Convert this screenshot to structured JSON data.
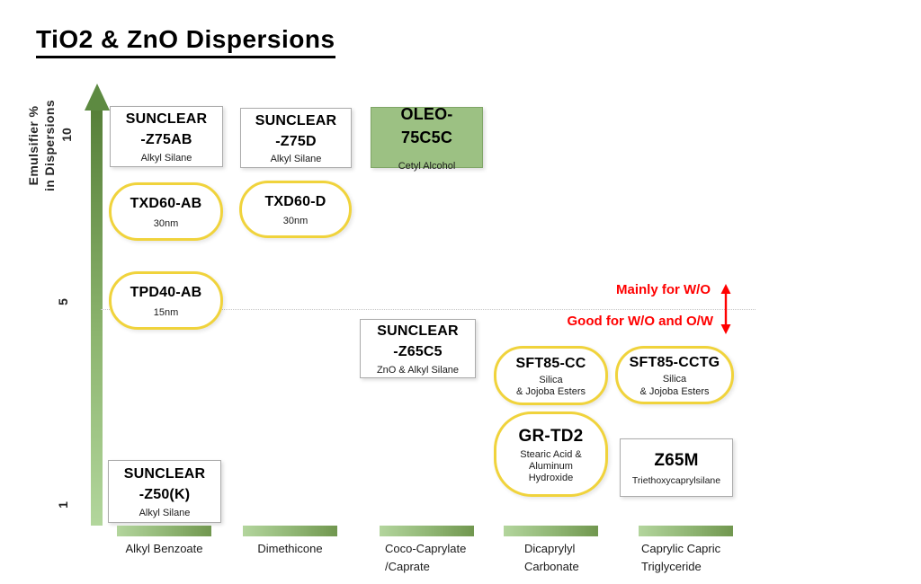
{
  "title": "TiO2 & ZnO Dispersions",
  "y_axis": {
    "label": "Emulsifier %\nin Dispersions",
    "ticks": {
      "t10": "10",
      "t5": "5",
      "t1": "1"
    }
  },
  "x_axis": {
    "categories": [
      "Alkyl Benzoate",
      "Dimethicone",
      "Coco-Caprylate\n/Caprate",
      "Dicaprylyl\nCarbonate",
      "Caprylic Capric\nTriglyceride"
    ]
  },
  "annotations": {
    "above_line": "Mainly for W/O",
    "below_line": "Good for W/O and O/W"
  },
  "products": [
    {
      "name": "SUNCLEAR\n-Z75AB",
      "sub": "Alkyl Silane",
      "style": "white-rect"
    },
    {
      "name": "SUNCLEAR\n-Z75D",
      "sub": "Alkyl Silane",
      "style": "white-rect"
    },
    {
      "name": "OLEO-75C5C",
      "sub": "Cetyl Alcohol",
      "style": "green-rect"
    },
    {
      "name": "TXD60-AB",
      "sub": "30nm",
      "style": "yellow-rounded"
    },
    {
      "name": "TXD60-D",
      "sub": "30nm",
      "style": "yellow-rounded"
    },
    {
      "name": "TPD40-AB",
      "sub": "15nm",
      "style": "yellow-rounded"
    },
    {
      "name": "SUNCLEAR\n-Z65C5",
      "sub": "ZnO & Alkyl Silane",
      "style": "white-rect"
    },
    {
      "name": "SFT85-CC",
      "sub": "Silica\n& Jojoba Esters",
      "style": "yellow-rounded"
    },
    {
      "name": "SFT85-CCTG",
      "sub": "Silica\n& Jojoba Esters",
      "style": "yellow-rounded"
    },
    {
      "name": "GR-TD2",
      "sub": "Stearic Acid &\nAluminum\nHydroxide",
      "style": "yellow-rounded"
    },
    {
      "name": "Z65M",
      "sub": "Triethoxycaprylsilane",
      "style": "white-rect"
    },
    {
      "name": "SUNCLEAR\n-Z50(K)",
      "sub": "Alkyl Silane",
      "style": "white-rect"
    }
  ],
  "colors": {
    "arrow_green_dark": "#567F38",
    "arrow_green_light": "#B2D69C",
    "green_box_fill": "#9CC183",
    "yellow_border": "#F0D33C",
    "annotation_red": "#FF0000",
    "gray_box_border": "#ABABAB"
  },
  "chart_data": {
    "type": "scatter",
    "title": "TiO2 & ZnO Dispersions",
    "ylabel": "Emulsifier % in Dispersions",
    "y_ticks": [
      1,
      5,
      10
    ],
    "ylim": [
      0.5,
      11
    ],
    "grid": "single dotted horizontal reference line at y=5",
    "categories": [
      "Alkyl Benzoate",
      "Dimethicone",
      "Coco-Caprylate/Caprate",
      "Dicaprylyl Carbonate",
      "Caprylic Capric Triglyceride"
    ],
    "legend_position": "none",
    "annotations": [
      {
        "text": "Mainly for W/O",
        "applies_to": "region above y=5",
        "color": "#FF0000"
      },
      {
        "text": "Good for W/O and O/W",
        "applies_to": "region below y=5",
        "color": "#FF0000"
      }
    ],
    "points": [
      {
        "product": "SUNCLEAR-Z75AB",
        "detail": "Alkyl Silane",
        "x": "Alkyl Benzoate",
        "y": 10,
        "marker": "white-rect"
      },
      {
        "product": "SUNCLEAR-Z75D",
        "detail": "Alkyl Silane",
        "x": "Dimethicone",
        "y": 10,
        "marker": "white-rect"
      },
      {
        "product": "OLEO-75C5C",
        "detail": "Cetyl Alcohol",
        "x": "Coco-Caprylate/Caprate",
        "y": 10,
        "marker": "green-rect"
      },
      {
        "product": "TXD60-AB",
        "detail": "30nm",
        "x": "Alkyl Benzoate",
        "y": 8,
        "marker": "yellow-rounded"
      },
      {
        "product": "TXD60-D",
        "detail": "30nm",
        "x": "Dimethicone",
        "y": 8,
        "marker": "yellow-rounded"
      },
      {
        "product": "TPD40-AB",
        "detail": "15nm",
        "x": "Alkyl Benzoate",
        "y": 5,
        "marker": "yellow-rounded"
      },
      {
        "product": "SUNCLEAR-Z65C5",
        "detail": "ZnO & Alkyl Silane",
        "x": "Coco-Caprylate/Caprate",
        "y": 4.5,
        "marker": "white-rect"
      },
      {
        "product": "SFT85-CC",
        "detail": "Silica & Jojoba Esters",
        "x": "Dicaprylyl Carbonate",
        "y": 4,
        "marker": "yellow-rounded"
      },
      {
        "product": "SFT85-CCTG",
        "detail": "Silica & Jojoba Esters",
        "x": "Caprylic Capric Triglyceride",
        "y": 4,
        "marker": "yellow-rounded"
      },
      {
        "product": "GR-TD2",
        "detail": "Stearic Acid & Aluminum Hydroxide",
        "x": "Dicaprylyl Carbonate",
        "y": 2,
        "marker": "yellow-rounded"
      },
      {
        "product": "Z65M",
        "detail": "Triethoxycaprylsilane",
        "x": "Caprylic Capric Triglyceride",
        "y": 1.5,
        "marker": "white-rect"
      },
      {
        "product": "SUNCLEAR-Z50(K)",
        "detail": "Alkyl Silane",
        "x": "Alkyl Benzoate",
        "y": 1,
        "marker": "white-rect"
      }
    ]
  }
}
